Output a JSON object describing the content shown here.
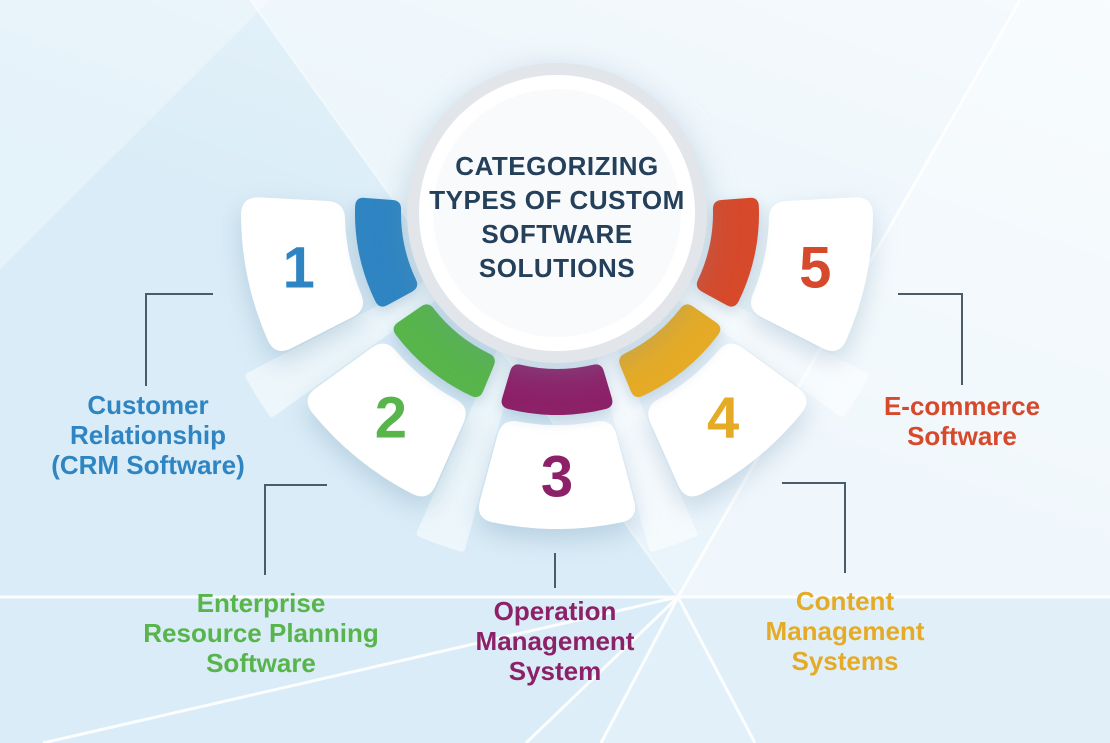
{
  "title": {
    "lines": [
      "CATEGORIZING",
      "TYPES OF CUSTOM",
      "SOFTWARE",
      "SOLUTIONS"
    ]
  },
  "segments": [
    {
      "number": "1",
      "label_lines": [
        "Customer",
        "Relationship",
        "(CRM Software)"
      ],
      "color": "#2e85c2"
    },
    {
      "number": "2",
      "label_lines": [
        "Enterprise",
        "Resource Planning",
        "Software"
      ],
      "color": "#57b54b"
    },
    {
      "number": "3",
      "label_lines": [
        "Operation",
        "Management",
        "System"
      ],
      "color": "#8d2168"
    },
    {
      "number": "4",
      "label_lines": [
        "Content",
        "Management",
        "Systems"
      ],
      "color": "#e5ab26"
    },
    {
      "number": "5",
      "label_lines": [
        "E-commerce",
        "Software"
      ],
      "color": "#d6492b"
    }
  ],
  "colors": {
    "background": "#d9ecf7",
    "title_text": "#24405a",
    "connector": "#4a5c6a",
    "circle_ring": "#e2e5e9",
    "circle_inner": "#f8fafb",
    "petal_fill": "#ffffff"
  }
}
